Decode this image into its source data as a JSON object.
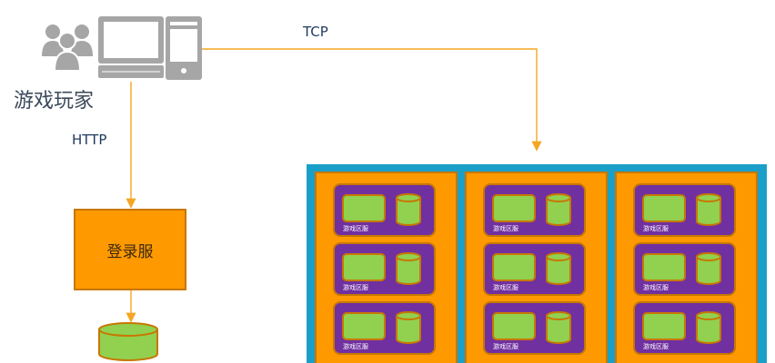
{
  "labels": {
    "tcp": "TCP",
    "http": "HTTP",
    "player": "游戏玩家",
    "login_server": "登录服",
    "zone": "游戏区服"
  },
  "icons": {
    "players": "users-icon",
    "client": "desktop-computer-icon",
    "login_db": "database-icon",
    "zone_db": "database-icon",
    "zone_screen": "server-screen-icon"
  },
  "colors": {
    "arrow": "#f5a623",
    "orange_fill": "#ff9900",
    "orange_border": "#c77700",
    "cluster_border": "#1aa0c8",
    "zone_purple": "#7030a0",
    "green_fill": "#92d050",
    "icon_gray": "#a6a6a6"
  },
  "zone_grid": {
    "columns": 3,
    "rows": 3
  }
}
